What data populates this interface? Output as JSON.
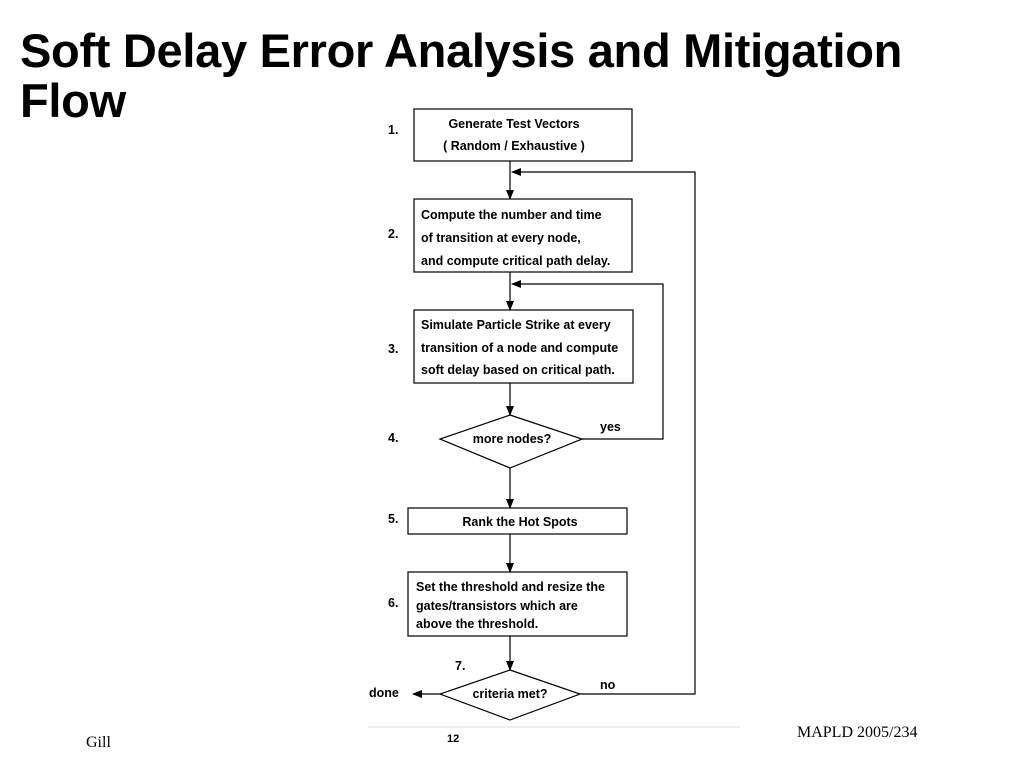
{
  "slide": {
    "title": "Soft Delay Error Analysis and Mitigation Flow",
    "page_number": "12",
    "footer_left": "Gill",
    "footer_right": "MAPLD 2005/234"
  },
  "flow": {
    "steps": [
      {
        "num": "1.",
        "lines": [
          "Generate Test Vectors",
          "( Random / Exhaustive )"
        ]
      },
      {
        "num": "2.",
        "lines": [
          "Compute the number and time",
          "of transition at every node,",
          "and compute critical path delay."
        ]
      },
      {
        "num": "3.",
        "lines": [
          "Simulate Particle Strike at every",
          "transition of a node and compute",
          "soft delay based on critical path."
        ]
      },
      {
        "num": "4.",
        "lines": [
          "more nodes?"
        ]
      },
      {
        "num": "5.",
        "lines": [
          "Rank the Hot Spots"
        ]
      },
      {
        "num": "6.",
        "lines": [
          "Set the threshold and resize the",
          "gates/transistors which are",
          "above the threshold."
        ]
      },
      {
        "num": "7.",
        "lines": [
          "criteria met?"
        ]
      }
    ],
    "edge_labels": {
      "yes": "yes",
      "no": "no",
      "done": "done"
    }
  },
  "colors": {
    "stroke": "#000000",
    "text": "#000000",
    "background": "#ffffff"
  }
}
